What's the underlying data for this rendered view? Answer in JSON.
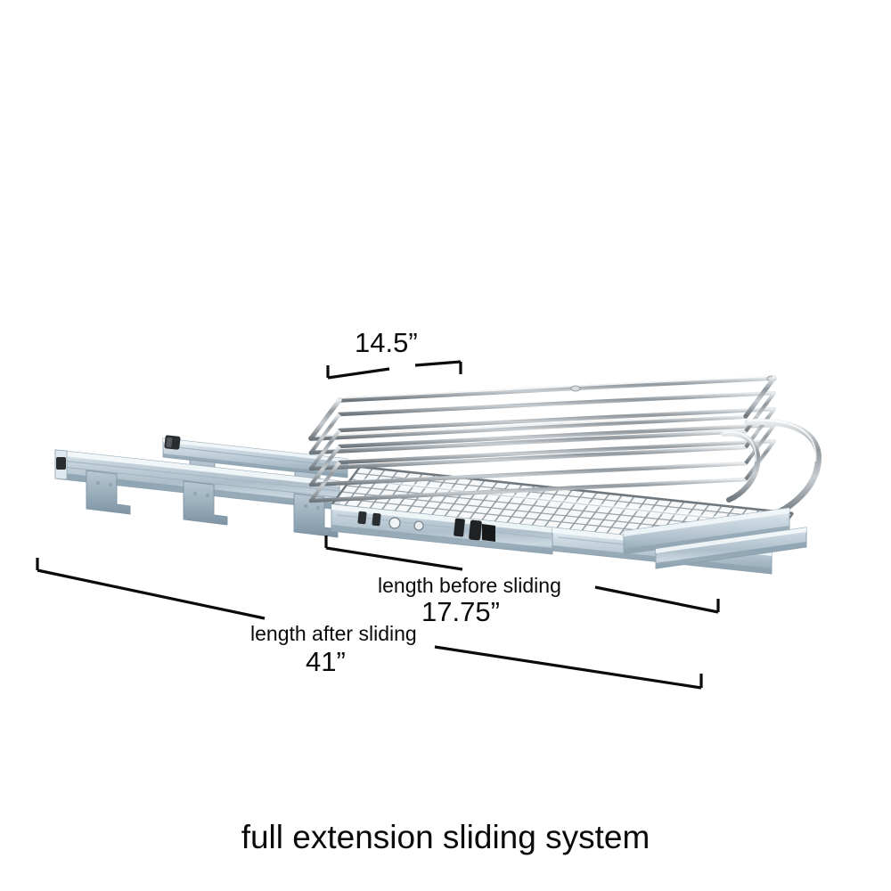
{
  "image": {
    "subject": "pull-out cabinet wire basket with full extension slides",
    "background_color": "#ffffff",
    "line_color": "#0a0a0a",
    "chrome_color": "#9aa3a9",
    "galvanized_color": "#c9d6de",
    "galvanized_shadow": "#8ea1ad",
    "galvanized_light": "#eef3f6"
  },
  "caption": {
    "text": "full extension sliding system"
  },
  "dimensions": {
    "width": {
      "value": "14.5”",
      "label": "",
      "name": "basket-width"
    },
    "before_sliding": {
      "label": "length before sliding",
      "value": "17.75”"
    },
    "after_sliding": {
      "label": "length after sliding",
      "value": "41”"
    }
  },
  "parts": {
    "basket": "chrome wire basket",
    "slides": "galvanized steel full-extension slide rails",
    "brackets": "mounting brackets",
    "handle": "curved end handle"
  }
}
